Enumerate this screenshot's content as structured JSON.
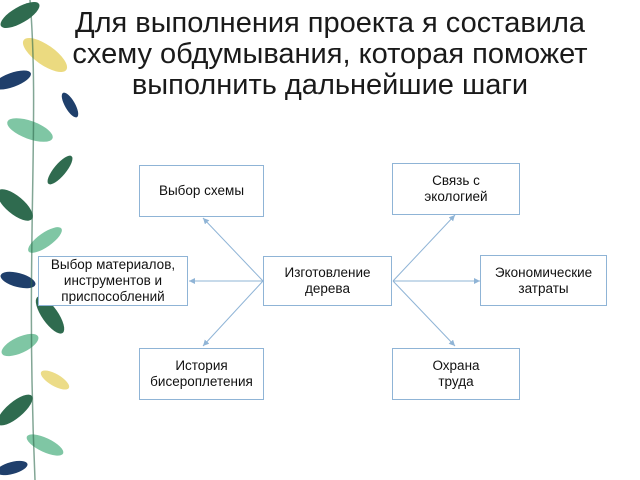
{
  "title": "Для выполнения проекта я составила схему обдумывания, которая поможет выполнить дальнейшие шаги",
  "center": "Изготовление дерева",
  "nodes": {
    "scheme": "Выбор схемы",
    "ecology": "Связь с экологией",
    "materials": "Выбор материалов, инструментов и приспособлений",
    "economics": "Экономические затраты",
    "history": "История бисероплетения",
    "safety": "Охрана труда"
  },
  "colors": {
    "border": "#8fb4d6",
    "arrow": "#8fb4d6",
    "leaf_dark": "#2f6b4f",
    "leaf_light": "#7fc6a4",
    "leaf_yellow": "#e7d36a",
    "leaf_navy": "#1f3f6b"
  }
}
